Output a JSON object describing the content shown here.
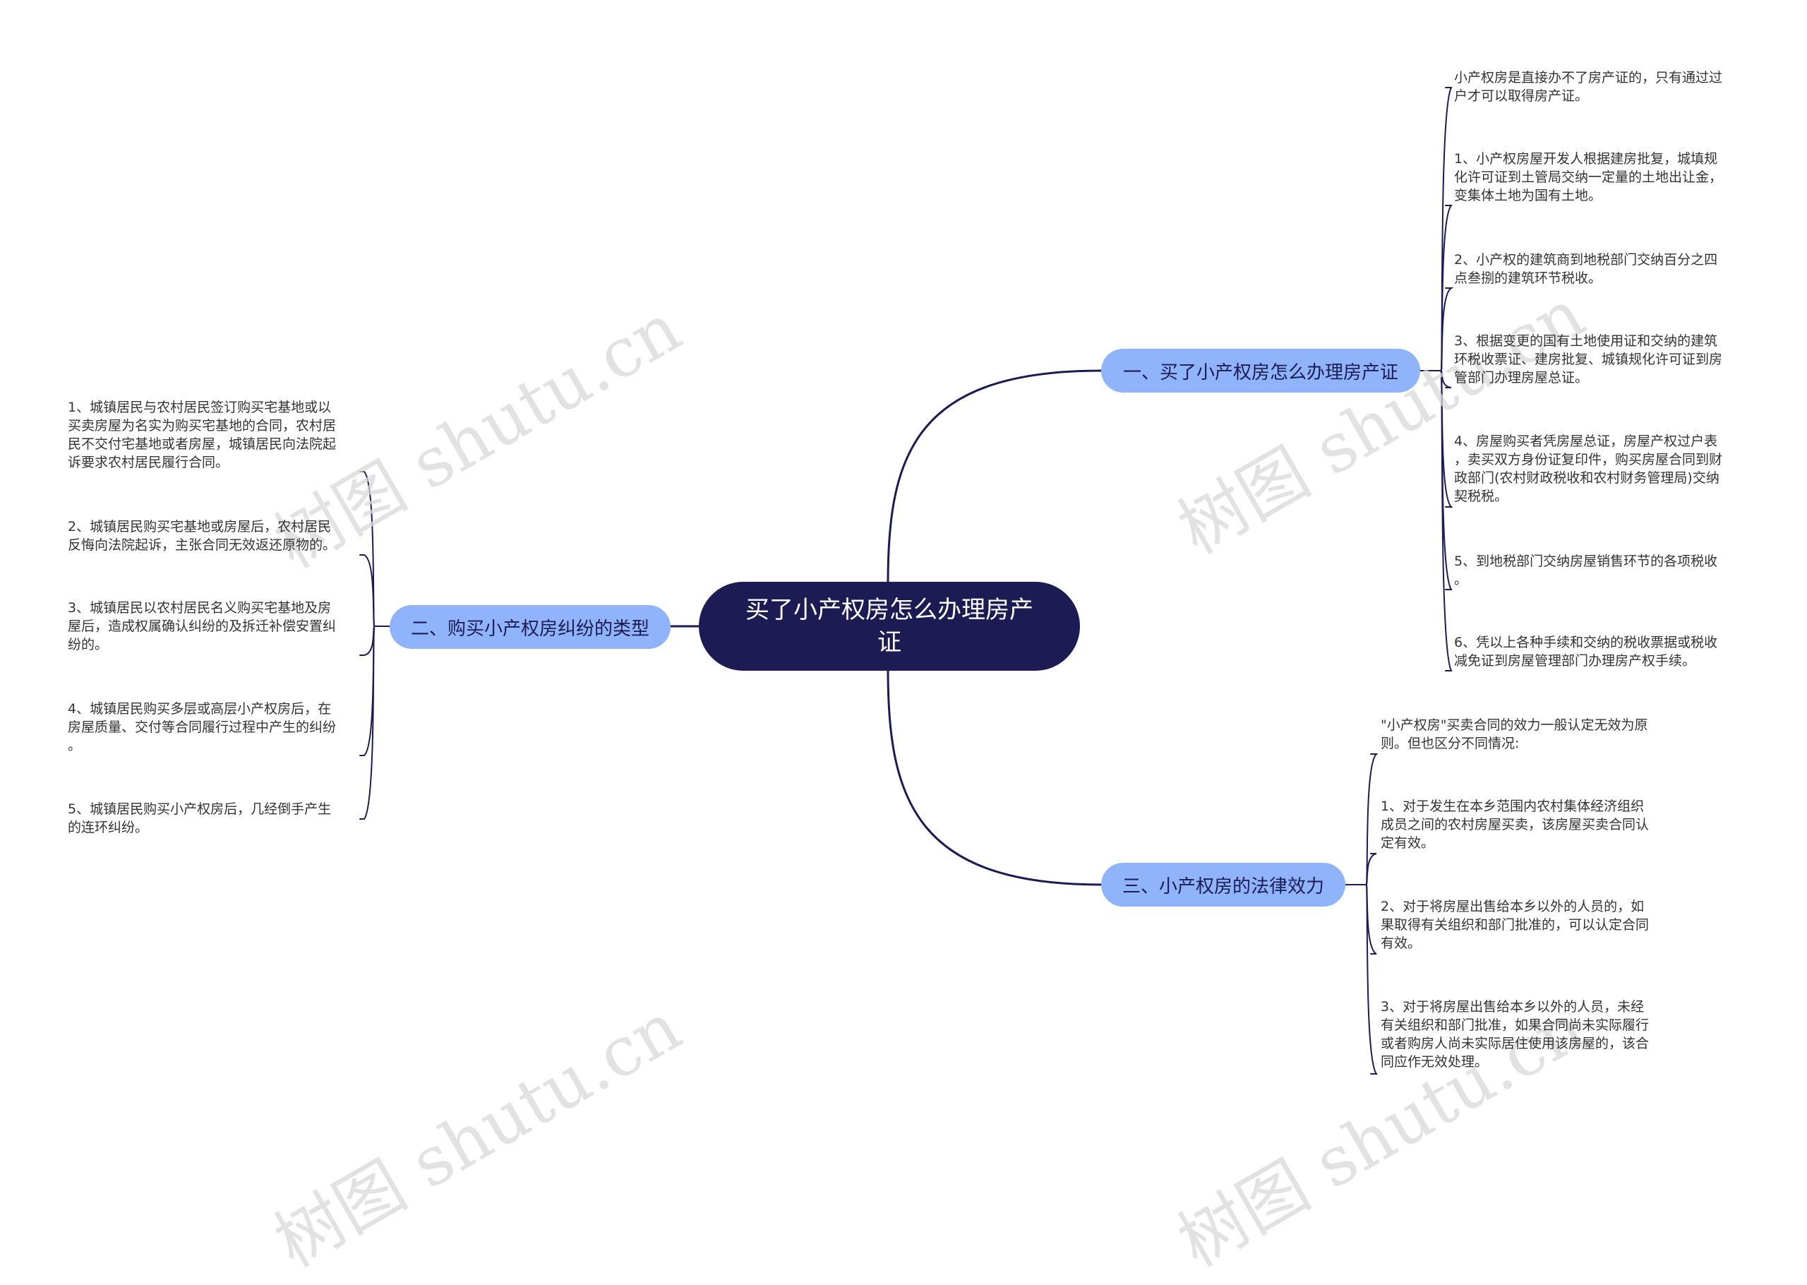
{
  "root": {
    "label": "买了小产权房怎么办理房产证"
  },
  "branches": [
    {
      "label": "一、买了小产权房怎么办理房产证",
      "items": [
        "小产权房是直接办不了房产证的，只有通过过\n户才可以取得房产证。",
        "1、小产权房屋开发人根据建房批复，城填规\n化许可证到土管局交纳一定量的土地出让金，\n变集体土地为国有土地。",
        "2、小产权的建筑商到地税部门交纳百分之四\n点叁捌的建筑环节税收。",
        "3、根据变更的国有土地使用证和交纳的建筑\n环税收票证、建房批复、城镇规化许可证到房\n管部门办理房屋总证。",
        "4、房屋购买者凭房屋总证，房屋产权过户表\n，卖买双方身份证复印件，购买房屋合同到财\n政部门(农村财政税收和农村财务管理局)交纳\n契税税。",
        "5、到地税部门交纳房屋销售环节的各项税收\n。",
        "6、凭以上各种手续和交纳的税收票据或税收\n减免证到房屋管理部门办理房产权手续。"
      ]
    },
    {
      "label": "二、购买小产权房纠纷的类型",
      "items": [
        "1、城镇居民与农村居民签订购买宅基地或以\n买卖房屋为名实为购买宅基地的合同，农村居\n民不交付宅基地或者房屋，城镇居民向法院起\n诉要求农村居民履行合同。",
        "2、城镇居民购买宅基地或房屋后，农村居民\n反悔向法院起诉，主张合同无效返还原物的。",
        "3、城镇居民以农村居民名义购买宅基地及房\n屋后，造成权属确认纠纷的及拆迁补偿安置纠\n纷的。",
        "4、城镇居民购买多层或高层小产权房后，在\n房屋质量、交付等合同履行过程中产生的纠纷\n。",
        "5、城镇居民购买小产权房后，几经倒手产生\n的连环纠纷。"
      ]
    },
    {
      "label": "三、小产权房的法律效力",
      "items": [
        "\"小产权房\"买卖合同的效力一般认定无效为原\n则。但也区分不同情况:",
        "1、对于发生在本乡范围内农村集体经济组织\n成员之间的农村房屋买卖，该房屋买卖合同认\n定有效。",
        "2、对于将房屋出售给本乡以外的人员的，如\n果取得有关组织和部门批准的，可以认定合同\n有效。",
        "3、对于将房屋出售给本乡以外的人员，未经\n有关组织和部门批准，如果合同尚未实际履行\n或者购房人尚未实际居住使用该房屋的，该合\n同应作无效处理。"
      ]
    }
  ],
  "watermark": "树图 shutu.cn",
  "colors": {
    "root": "#1d1b53",
    "branch": "#8fb4fb",
    "line": "#1d1b53"
  }
}
